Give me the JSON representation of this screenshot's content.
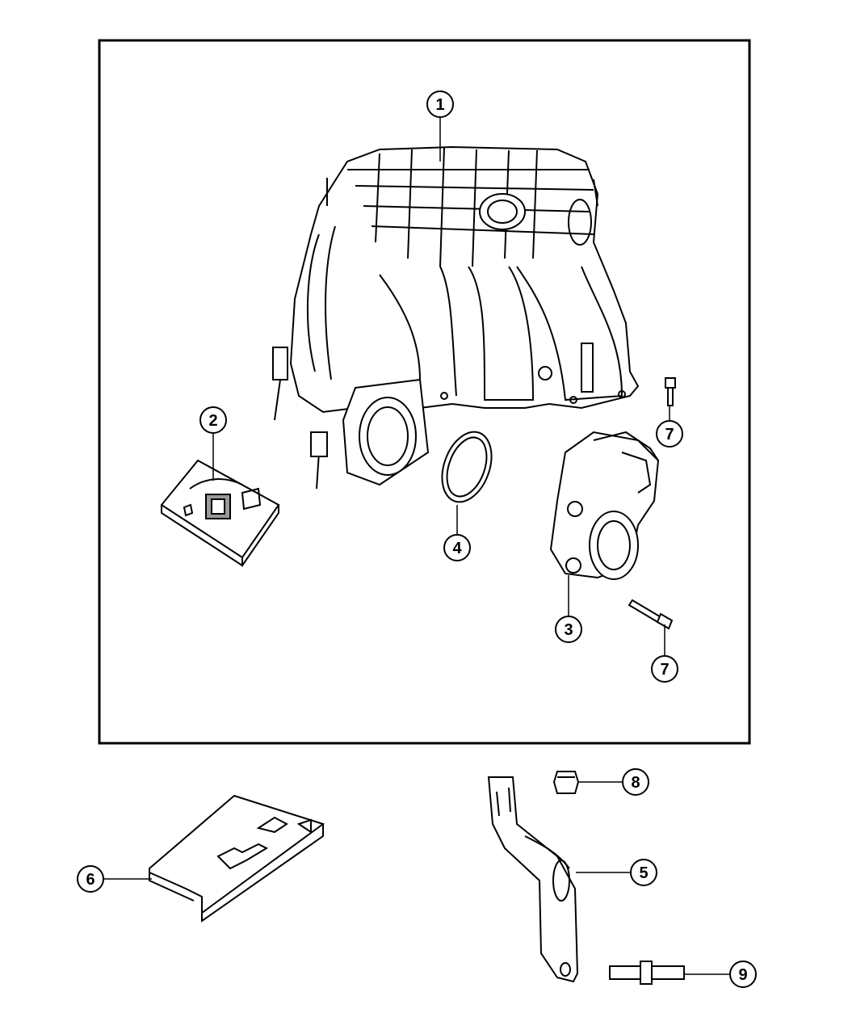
{
  "callouts": [
    {
      "id": "c1",
      "label": "1"
    },
    {
      "id": "c2",
      "label": "2"
    },
    {
      "id": "c3",
      "label": "3"
    },
    {
      "id": "c4",
      "label": "4"
    },
    {
      "id": "c5",
      "label": "5"
    },
    {
      "id": "c6",
      "label": "6"
    },
    {
      "id": "c7a",
      "label": "7"
    },
    {
      "id": "c7b",
      "label": "7"
    },
    {
      "id": "c8",
      "label": "8"
    },
    {
      "id": "c9",
      "label": "9"
    }
  ],
  "colors": {
    "line": "#000000",
    "background": "#ffffff",
    "shade": "#e6e6e6"
  }
}
